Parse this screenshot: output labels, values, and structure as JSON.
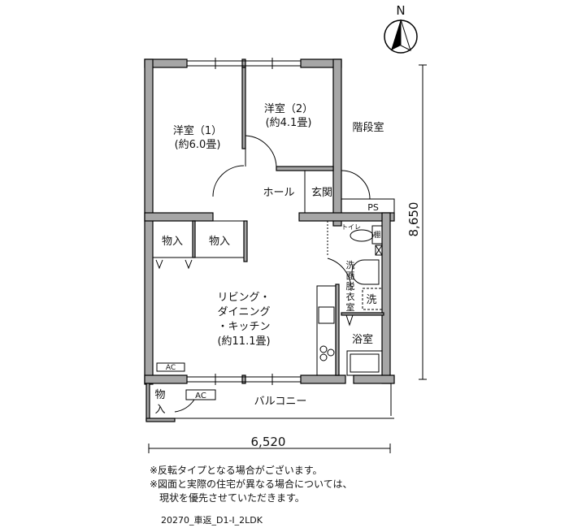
{
  "rooms": {
    "bedroom1": {
      "name": "洋室（1）",
      "size": "(約6.0畳)"
    },
    "bedroom2": {
      "name": "洋室（2）",
      "size": "(約4.1畳)"
    },
    "stairwell": "階段室",
    "hall": "ホール",
    "entrance": "玄関",
    "ps": "PS",
    "toilet": "トイレ",
    "shelf": "棚",
    "closet": "物入",
    "washroom": [
      "洗",
      "面",
      "脱",
      "衣",
      "室"
    ],
    "washer": "洗",
    "ldk": [
      "リビング・",
      "ダイニング",
      "・キッチン",
      "(約11.1畳)"
    ],
    "bath": "浴室",
    "ac": "AC",
    "balcony": "バルコニー",
    "balcony_closet": [
      "物",
      "入"
    ]
  },
  "dimensions": {
    "height": "8,650",
    "width": "6,520"
  },
  "north": "N",
  "notes": [
    "※反転タイプとなる場合がございます。",
    "※図面と実際の住宅が異なる場合については、",
    "　現状を優先させていただきます。"
  ],
  "plan_code": "20270_車返_D1-I_2LDK",
  "colors": {
    "wall": "#a6a6a6",
    "line": "#000000"
  }
}
